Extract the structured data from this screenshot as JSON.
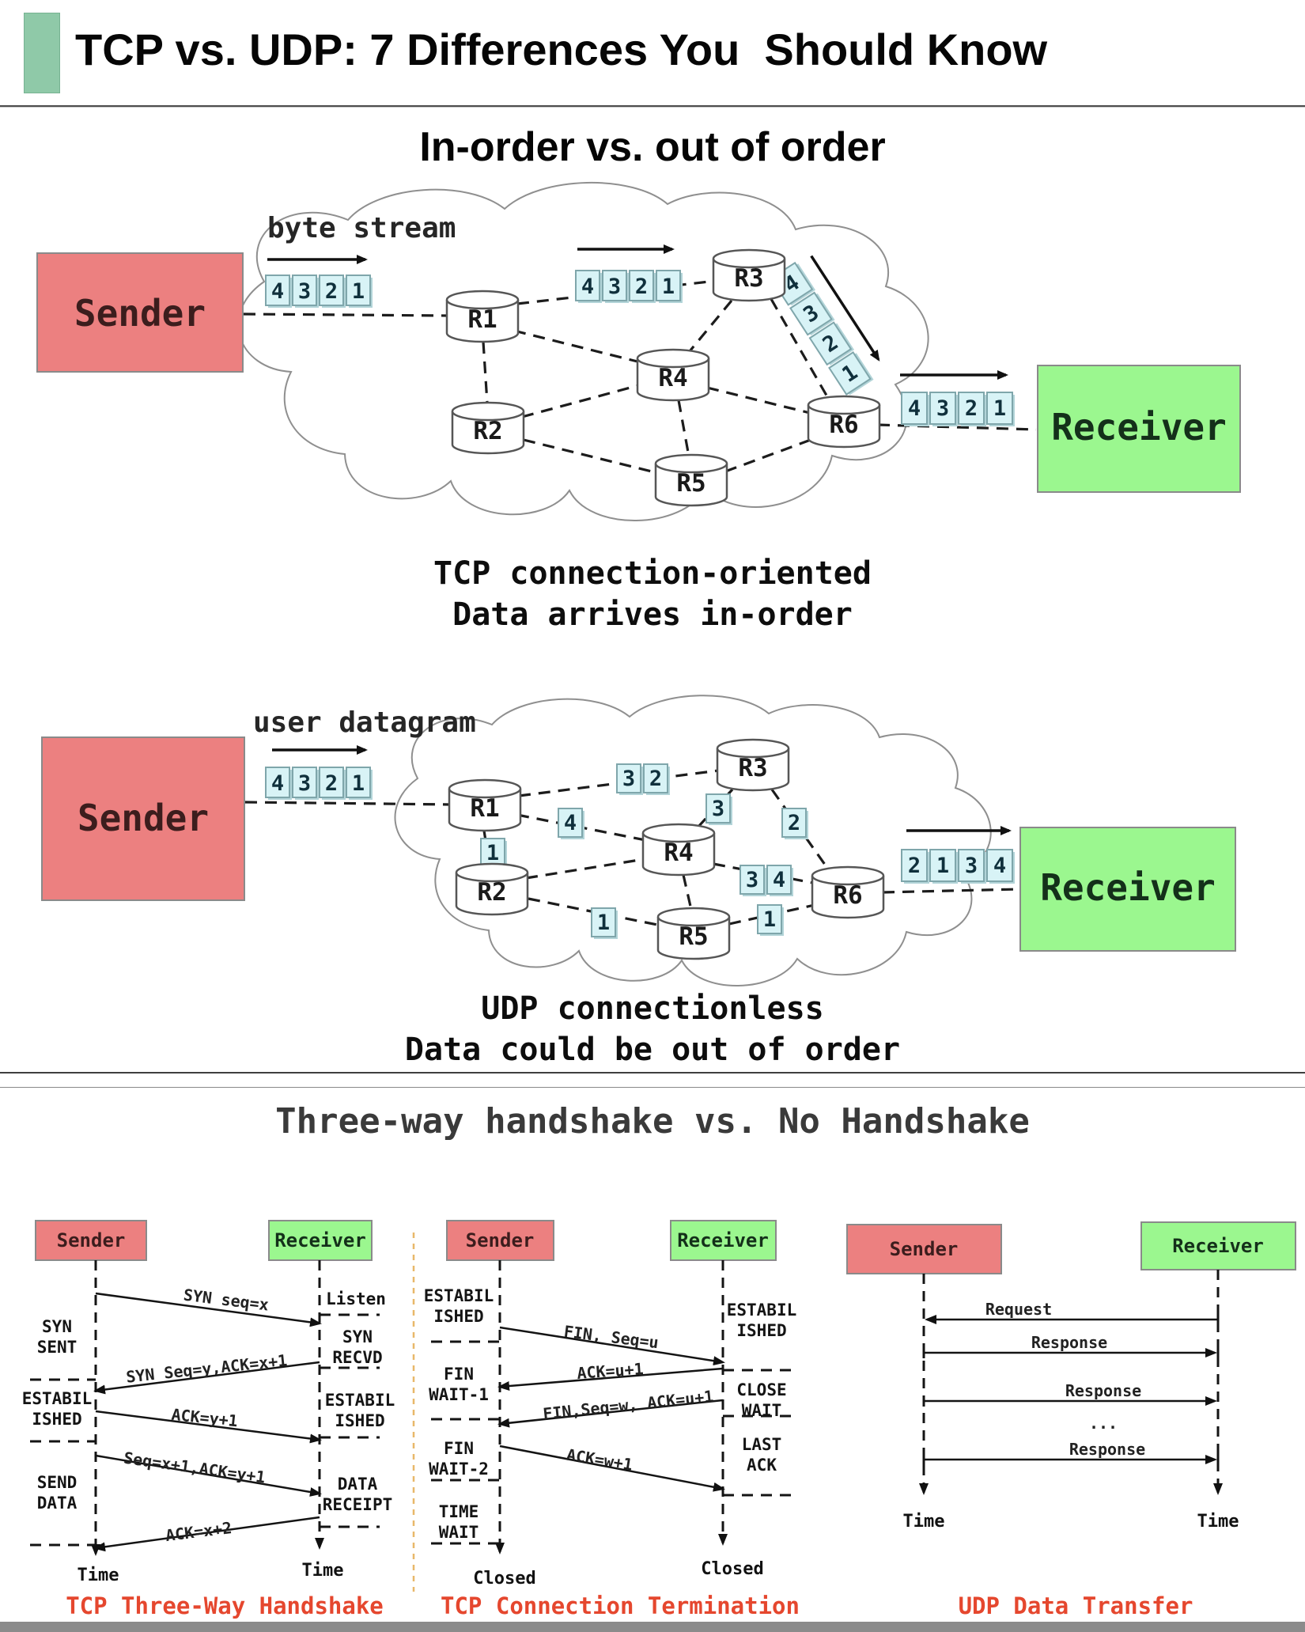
{
  "title": "TCP vs. UDP: 7 Differences You  Should Know",
  "order_section": {
    "heading": "In-order vs. out of order",
    "tcp": {
      "label": "byte stream",
      "sender": "Sender",
      "receiver": "Receiver",
      "routers": [
        "R1",
        "R2",
        "R3",
        "R4",
        "R5",
        "R6"
      ],
      "packets_out": [
        "4",
        "3",
        "2",
        "1"
      ],
      "packets_mid": [
        "4",
        "3",
        "2",
        "1"
      ],
      "packets_diag": [
        "4",
        "3",
        "2",
        "1"
      ],
      "packets_in": [
        "4",
        "3",
        "2",
        "1"
      ],
      "caption_line1": "TCP connection-oriented",
      "caption_line2": "Data arrives in-order"
    },
    "udp": {
      "label": "user datagram",
      "sender": "Sender",
      "receiver": "Receiver",
      "routers": [
        "R1",
        "R2",
        "R3",
        "R4",
        "R5",
        "R6"
      ],
      "packets_out": [
        "4",
        "3",
        "2",
        "1"
      ],
      "p_r1r3": [
        "3",
        "2"
      ],
      "p_r1r4": "4",
      "p_r1r2": "1",
      "p_r3r4": "3",
      "p_r3r6": "2",
      "p_r4r6": [
        "3",
        "4"
      ],
      "p_r2r5": "1",
      "p_r5r6": "1",
      "packets_in": [
        "2",
        "1",
        "3",
        "4"
      ],
      "caption_line1": "UDP connectionless",
      "caption_line2": "Data could be out of order"
    }
  },
  "handshake_section": {
    "heading": "Three-way handshake vs. No Handshake",
    "tcp_handshake": {
      "title": "TCP Three-Way Handshake",
      "sender": "Sender",
      "receiver": "Receiver",
      "left_states": [
        [
          "SYN",
          "SENT"
        ],
        [
          "ESTABIL",
          "ISHED"
        ],
        [
          "SEND",
          "DATA"
        ]
      ],
      "right_states": [
        [
          "Listen"
        ],
        [
          "SYN",
          "RECVD"
        ],
        [
          "ESTABIL",
          "ISHED"
        ],
        [
          "DATA",
          "RECEIPT"
        ]
      ],
      "messages": [
        "SYN seq=x",
        "SYN Seq=y,ACK=x+1",
        "ACK=y+1",
        "Seq=x+1,ACK=y+1",
        "ACK=x+2"
      ],
      "time_left": "Time",
      "time_right": "Time"
    },
    "tcp_termination": {
      "title": "TCP Connection Termination",
      "sender": "Sender",
      "receiver": "Receiver",
      "left_states": [
        [
          "ESTABIL",
          "ISHED"
        ],
        [
          "FIN",
          "WAIT-1"
        ],
        [
          "FIN",
          "WAIT-2"
        ],
        [
          "TIME",
          "WAIT"
        ]
      ],
      "right_states": [
        [
          "ESTABIL",
          "ISHED"
        ],
        [
          "CLOSE",
          "WAIT"
        ],
        [
          "LAST",
          "ACK"
        ]
      ],
      "messages": [
        "FIN, Seq=u",
        "ACK=u+1",
        "FIN,Seq=w, ACK=u+1",
        "ACK=w+1"
      ],
      "closed_left": "Closed",
      "closed_right": "Closed"
    },
    "udp_transfer": {
      "title": "UDP Data Transfer",
      "sender": "Sender",
      "receiver": "Receiver",
      "messages": [
        "Request",
        "Response",
        "Response",
        "...",
        "Response"
      ],
      "time_left": "Time",
      "time_right": "Time"
    }
  },
  "colors": {
    "sender_fill": "#EC8080",
    "receiver_fill": "#9BF78F",
    "packet_fill": "#D8F3F6",
    "caption_red": "#E5472E",
    "accent_green": "#8FC9A8"
  }
}
